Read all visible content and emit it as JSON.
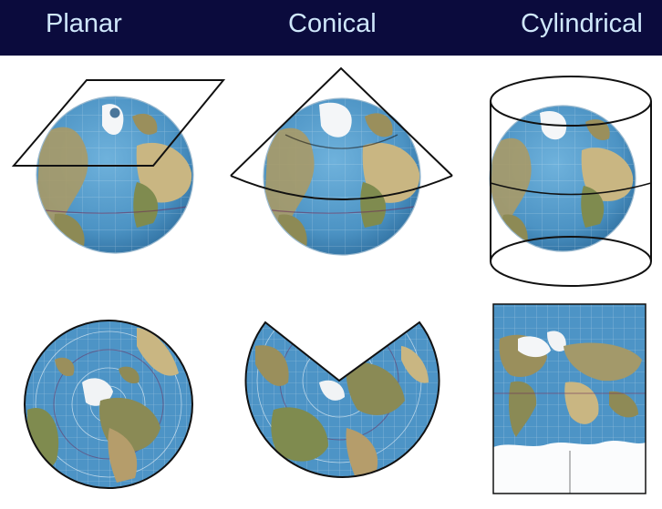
{
  "header": {
    "planar_label": "Planar",
    "conical_label": "Conical",
    "cylindrical_label": "Cylindrical"
  },
  "colors": {
    "header_bg": "#0b0b3d",
    "header_text": "#cfe7fb",
    "ocean": "#4f97c9",
    "land": "#a99a67",
    "ice": "#f7f9fb",
    "outline": "#111111"
  }
}
